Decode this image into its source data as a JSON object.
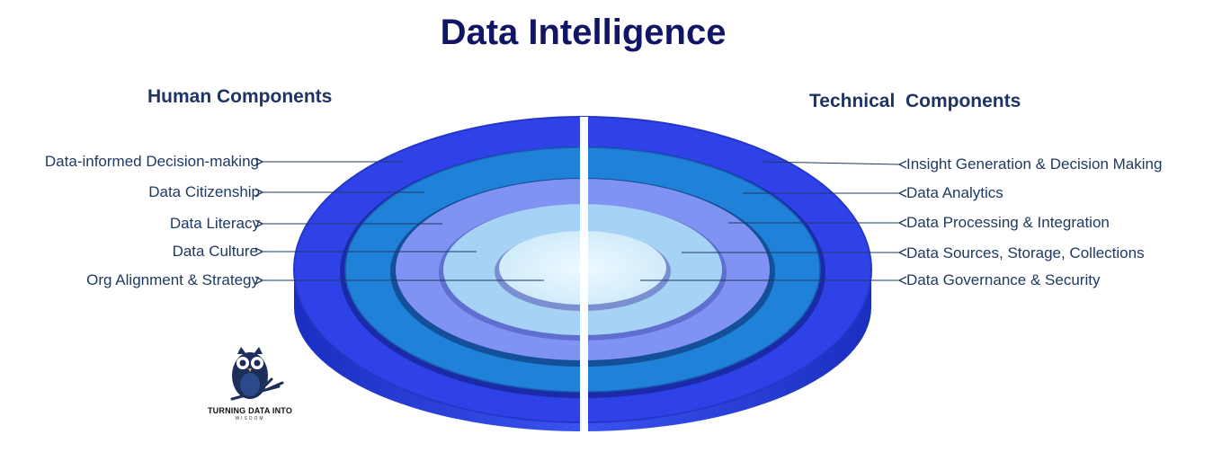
{
  "title": "Data Intelligence",
  "human_heading": "Human Components",
  "technical_heading": "Technical  Components",
  "human_components": [
    "Data-informed Decision-making",
    "Data Citizenship",
    "Data Literacy",
    "Data Culture",
    "Org Alignment & Strategy"
  ],
  "technical_components": [
    "Insight Generation & Decision Making",
    "Data Analytics",
    "Data Processing & Integration",
    "Data Sources, Storage, Collections",
    "Data Governance & Security"
  ],
  "logo": {
    "line1": "TURNING DATA INTO",
    "line2": "WISDOM",
    "icon": "owl-icon"
  },
  "colors": {
    "title": "#101565",
    "heading": "#1d3464",
    "ring_outer": "#2f3fe6",
    "ring_2": "#1f7fd6",
    "ring_3": "#7f93f3",
    "ring_4": "#a9d3f6",
    "center": "#dcf1fc"
  }
}
